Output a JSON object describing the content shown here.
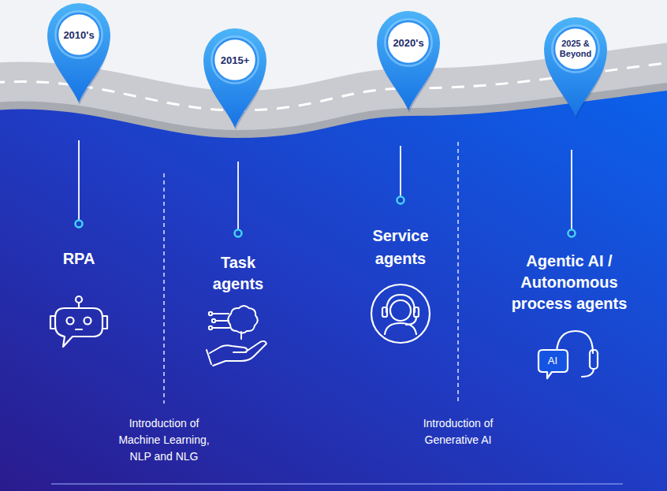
{
  "diagram": {
    "nodes": [
      {
        "text": [
          "2010's"
        ]
      },
      {
        "text": [
          "2015+"
        ]
      },
      {
        "text": [
          "2020's"
        ]
      },
      {
        "text": [
          "2025 & Beyond"
        ]
      }
    ],
    "labels": [
      "RPA",
      "Task agents",
      "Service agents",
      "Agentic AI / Autonomous process agents",
      "AI",
      "Introduction of Machine Learning, NLP and NLG",
      "Introduction of Generative AI"
    ]
  }
}
